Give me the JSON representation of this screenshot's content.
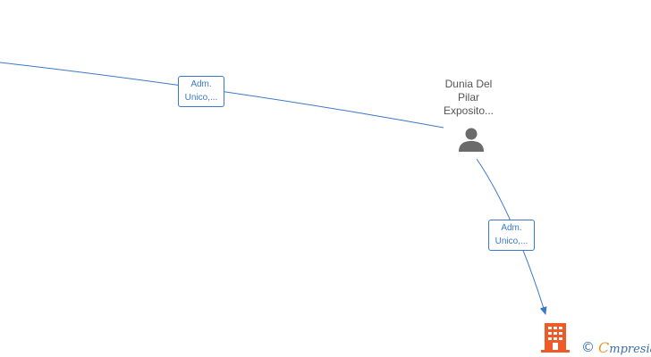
{
  "colors": {
    "edge": "#3a78c9",
    "person_icon": "#6b6b6b",
    "company_icon": "#f05a28",
    "node_text": "#555555"
  },
  "nodes": {
    "person": {
      "name_lines": [
        "Dunia Del",
        "Pilar",
        "Exposito..."
      ],
      "icon": "person-icon"
    },
    "company": {
      "icon": "building-icon"
    }
  },
  "edges": [
    {
      "label_lines": [
        "Adm.",
        "Unico,..."
      ]
    },
    {
      "label_lines": [
        "Adm.",
        "Unico,..."
      ]
    }
  ],
  "brand": {
    "copyright_symbol": "©",
    "name_first": "C",
    "name_rest": "mpresia"
  }
}
